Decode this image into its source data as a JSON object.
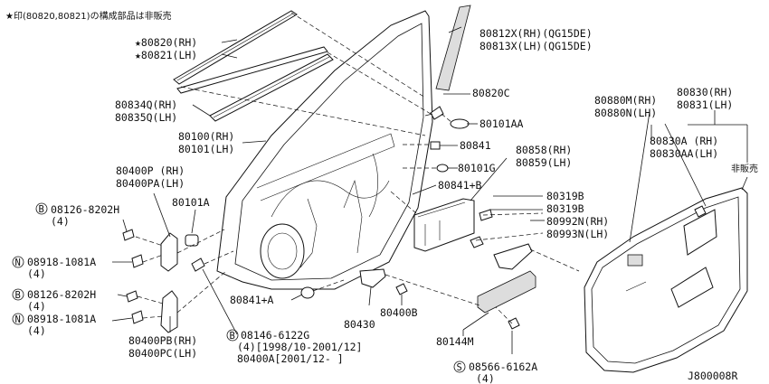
{
  "note": "★印(80820,80821)の構成部品は非販売",
  "not_sold": "非販売",
  "diagram_id": "J800008R",
  "labels": {
    "l80820": "★80820(RH)",
    "l80821": "★80821(LH)",
    "l80812": "80812X(RH)(QG15DE)",
    "l80813": "80813X(LH)(QG15DE)",
    "l80820c": "80820C",
    "l80101aa": "80101AA",
    "l80834": "80834Q(RH)",
    "l80835": "80835Q(LH)",
    "l80880m": "80880M(RH)",
    "l80880n": "80880N(LH)",
    "l80830": "80830(RH)",
    "l80831": "80831(LH)",
    "l80100": "80100(RH)",
    "l80101": "80101(LH)",
    "l80841": "80841",
    "l80858": "80858(RH)",
    "l80859": "80859(LH)",
    "l80830a": "80830A (RH)",
    "l80830aa": "80830AA(LH)",
    "l80101g": "80101G",
    "l80400p": "80400P (RH)",
    "l80400pa": "80400PA(LH)",
    "l80841b": "80841+B",
    "l08126a": "08126-8202H",
    "l08126a_q": "(4)",
    "l80101a": "80101A",
    "l80319b1": "80319B",
    "l80319b2": "80319B",
    "l80992n": "80992N(RH)",
    "l80993n": "80993N(LH)",
    "l08918a": "08918-1081A",
    "l08918a_q": "(4)",
    "l08126b": "08126-8202H",
    "l08126b_q": "(4)",
    "l80841a": "80841+A",
    "l08918b": "08918-1081A",
    "l08918b_q": "(4)",
    "l80400b": "80400B",
    "l80430": "80430",
    "l80400pb": "80400PB(RH)",
    "l80400pc": "80400PC(LH)",
    "l08146": "08146-6122G",
    "l08146_q": "(4)[1998/10-2001/12]",
    "l80400a": "80400A[2001/12-     ]",
    "l80144m": "80144M",
    "l08566": "08566-6162A",
    "l08566_q": "(4)"
  },
  "circle_marks": {
    "b": "B",
    "n": "N",
    "s": "S"
  }
}
